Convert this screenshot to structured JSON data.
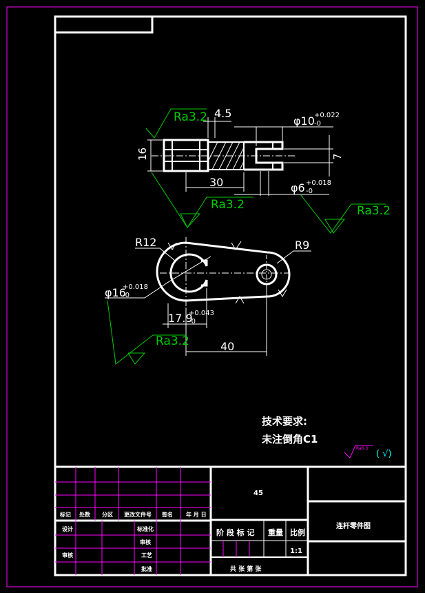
{
  "colors": {
    "frame": "#ffffff",
    "border": "#ff00ff",
    "dim": "#ffffff",
    "roughness": "#00cc00",
    "grid": "#ff00ff",
    "cyan": "#00ffff"
  },
  "roughness_labels": {
    "top_left": "Ra3.2",
    "middle": "Ra3.2",
    "right": "Ra3.2",
    "bottom": "Ra3.2"
  },
  "dimensions": {
    "d45": "4.5",
    "d16": "16",
    "d30": "30",
    "d7": "7",
    "phi10": "φ10",
    "phi10_tol_upper": "+0.022",
    "phi10_tol_lower": "-0",
    "phi6": "φ6",
    "phi6_tol_upper": "+0.018",
    "phi6_tol_lower": "-0",
    "r12": "R12",
    "r9": "R9",
    "phi16": "φ16",
    "phi16_tol_upper": "+0.018",
    "phi16_tol_lower": "-0",
    "d179": "17.9",
    "d179_tol_upper": "+0.043",
    "d179_tol_lower": "-0",
    "d40": "40"
  },
  "notes": {
    "title": "技术要求:",
    "line1": "未注倒角C1",
    "other_roughness": "Ra6.3",
    "paren": "( √)"
  },
  "title_block": {
    "material": "45",
    "part_name": "连杆零件图",
    "scale_value": "1:1",
    "h_mark": "标记",
    "h_count": "处数",
    "h_zone": "分区",
    "h_doc": "更改文件号",
    "h_sign": "签名",
    "h_date": "年 月 日",
    "design": "设计",
    "standardize": "标准化",
    "review": "审核",
    "check": "审核",
    "craft": "工艺",
    "approve": "批准",
    "stage_mark": "阶 段 标 记",
    "weight": "重量",
    "scale": "比例",
    "sheets": "共   张   第   张"
  }
}
